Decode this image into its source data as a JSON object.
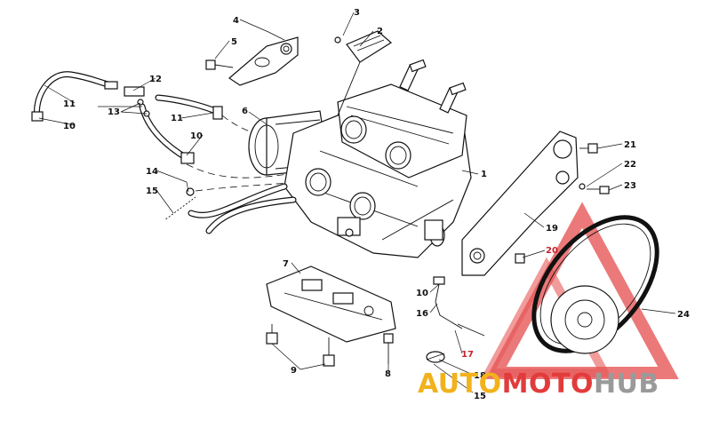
{
  "callouts": [
    {
      "id": "c1",
      "text": "1"
    },
    {
      "id": "c2",
      "text": "2"
    },
    {
      "id": "c3",
      "text": "3"
    },
    {
      "id": "c4",
      "text": "4"
    },
    {
      "id": "c5",
      "text": "5"
    },
    {
      "id": "c6",
      "text": "6"
    },
    {
      "id": "c7",
      "text": "7"
    },
    {
      "id": "c8",
      "text": "8"
    },
    {
      "id": "c9",
      "text": "9"
    },
    {
      "id": "c10a",
      "text": "10"
    },
    {
      "id": "c10b",
      "text": "10"
    },
    {
      "id": "c10c",
      "text": "10"
    },
    {
      "id": "c11a",
      "text": "11"
    },
    {
      "id": "c11b",
      "text": "11"
    },
    {
      "id": "c12",
      "text": "12"
    },
    {
      "id": "c13",
      "text": "13"
    },
    {
      "id": "c14",
      "text": "14"
    },
    {
      "id": "c15a",
      "text": "15"
    },
    {
      "id": "c15b",
      "text": "15"
    },
    {
      "id": "c16",
      "text": "16"
    },
    {
      "id": "c17",
      "text": "17"
    },
    {
      "id": "c18",
      "text": "18"
    },
    {
      "id": "c19",
      "text": "19"
    },
    {
      "id": "c20",
      "text": "20"
    },
    {
      "id": "c21",
      "text": "21"
    },
    {
      "id": "c22",
      "text": "22"
    },
    {
      "id": "c23",
      "text": "23"
    },
    {
      "id": "c24",
      "text": "24"
    }
  ],
  "watermark": {
    "part1": "AUTO",
    "part2": "MOTO",
    "part3": "HUB",
    "color_orange": "#f2b21b",
    "color_red": "#e23b3b",
    "color_gray": "#9a9a9a"
  }
}
